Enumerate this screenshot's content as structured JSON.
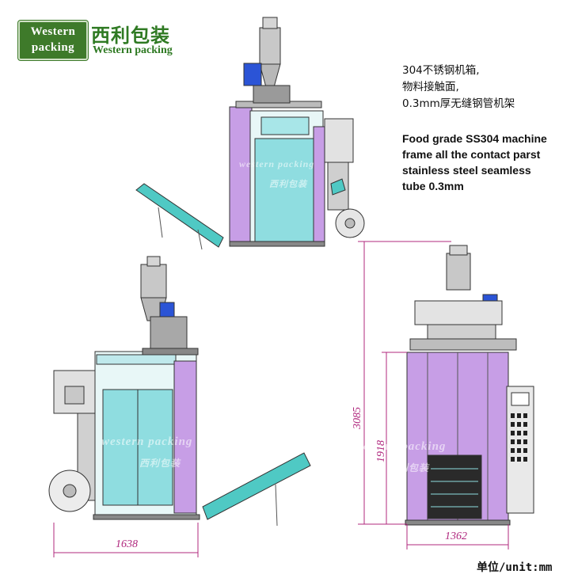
{
  "logo": {
    "line1": "Western",
    "line2": "packing",
    "chinese_name": "西利包装",
    "english_name": "Western packing"
  },
  "notes": {
    "cn": [
      "304不锈钢机箱,",
      "物料接触面,",
      "0.3mm厚无缝钢管机架"
    ],
    "en": [
      "Food grade SS304 machine",
      "frame all the contact parst",
      "stainless steel seamless",
      "tube 0.3mm"
    ]
  },
  "watermark": {
    "en": "western packing",
    "cn": "西利包装"
  },
  "dimensions": {
    "side_width": "1638",
    "front_width": "1362",
    "total_height": "3085",
    "cabinet_height": "1918"
  },
  "unit_label": "单位/unit:mm",
  "colors": {
    "logo_green": "#3e7a2a",
    "panel_violet": "#c79ee6",
    "cabinet_cyan": "#8fdde0",
    "dimension_magenta": "#b0287e",
    "conveyor_teal": "#4fc9c4"
  }
}
